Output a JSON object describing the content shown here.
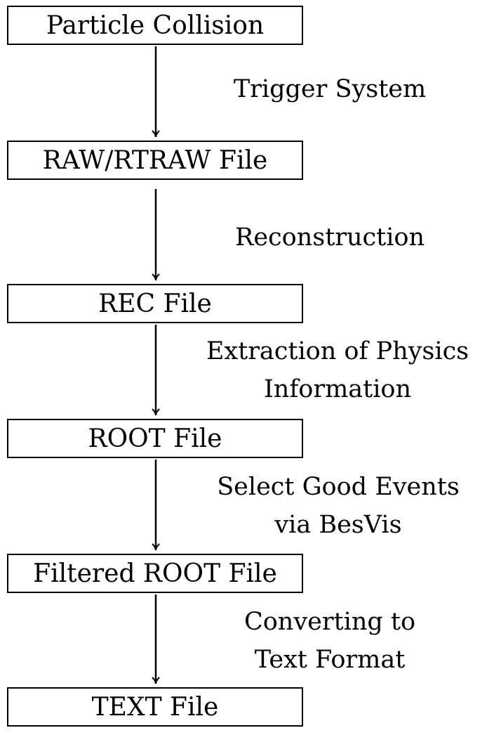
{
  "nodes": [
    {
      "id": "particle-collision",
      "label": "Particle Collision"
    },
    {
      "id": "raw-rtraw-file",
      "label": "RAW/RTRAW File"
    },
    {
      "id": "rec-file",
      "label": "REC File"
    },
    {
      "id": "root-file",
      "label": "ROOT File"
    },
    {
      "id": "filtered-root-file",
      "label": "Filtered ROOT File"
    },
    {
      "id": "text-file",
      "label": "TEXT File"
    }
  ],
  "edges": [
    {
      "from": "particle-collision",
      "to": "raw-rtraw-file",
      "label_lines": [
        "Trigger System"
      ]
    },
    {
      "from": "raw-rtraw-file",
      "to": "rec-file",
      "label_lines": [
        "Reconstruction"
      ]
    },
    {
      "from": "rec-file",
      "to": "root-file",
      "label_lines": [
        "Extraction of Physics",
        "Information"
      ]
    },
    {
      "from": "root-file",
      "to": "filtered-root-file",
      "label_lines": [
        "Select Good Events",
        "via BesVis"
      ]
    },
    {
      "from": "filtered-root-file",
      "to": "text-file",
      "label_lines": [
        "Converting to",
        "Text Format"
      ]
    }
  ]
}
